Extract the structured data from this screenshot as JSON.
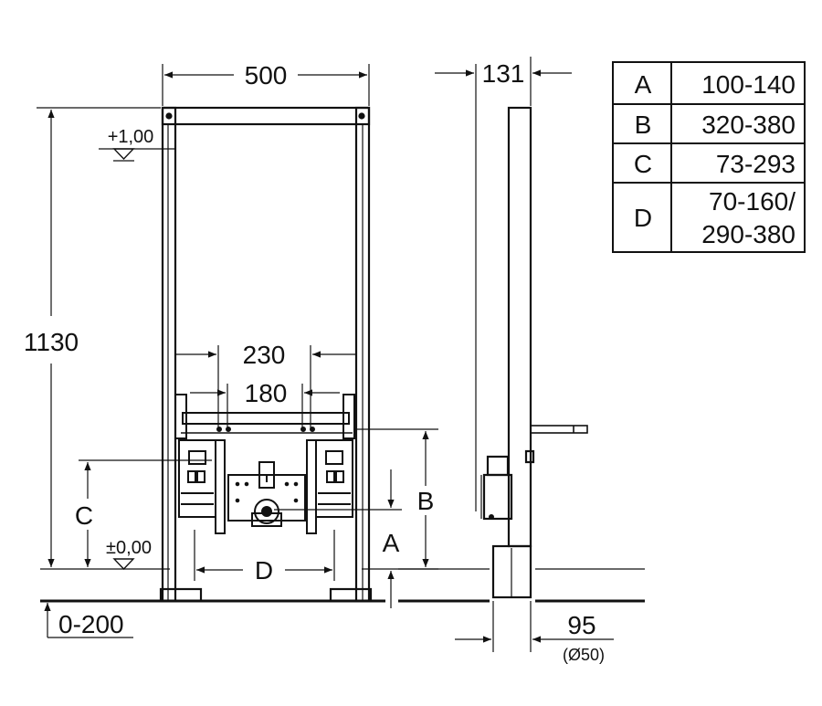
{
  "dimensions": {
    "frame_width": "500",
    "frame_height": "1130",
    "frame_depth": "131",
    "outer_spacing": "230",
    "inner_spacing": "180",
    "outlet_offset": "95",
    "outlet_diameter": "(Ø50)",
    "level_top": "+1,00",
    "level_zero": "±0,00",
    "floor_adjust": "0-200"
  },
  "labels": {
    "a": "A",
    "b": "B",
    "c": "C",
    "d": "D"
  },
  "table": {
    "rows": [
      {
        "key": "A",
        "value": "100-140"
      },
      {
        "key": "B",
        "value": "320-380"
      },
      {
        "key": "C",
        "value": "73-293"
      },
      {
        "key": "D",
        "value_line1": "70-160/",
        "value_line2": "290-380"
      }
    ]
  },
  "colors": {
    "ink": "#111111",
    "background": "#ffffff"
  }
}
